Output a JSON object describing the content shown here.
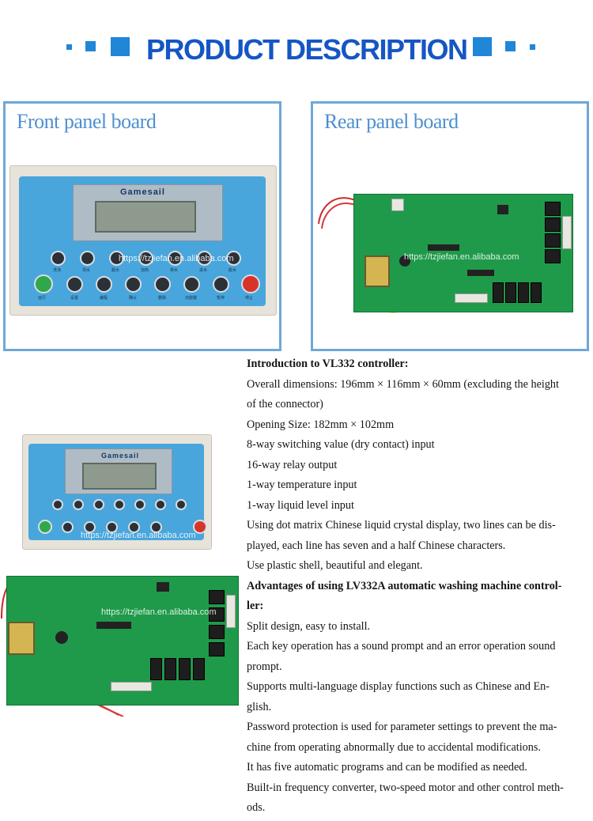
{
  "header": {
    "title": "PRODUCT DESCRIPTION",
    "accent_color": "#1f86d8",
    "title_color": "#1556c4"
  },
  "front_panel": {
    "label": "Front panel board",
    "brand": "Gamesail",
    "button_labels": [
      "洗涤",
      "漂水",
      "脱水",
      "加热",
      "排水",
      "进水",
      "脱水",
      "运行",
      "设置",
      "编程",
      "确认",
      "删除",
      "功能键",
      "暂停",
      "停止"
    ],
    "watermark": "https://tzjiefan.en.alibaba.com"
  },
  "rear_panel": {
    "label": "Rear panel board",
    "watermark": "https://tzjiefan.en.alibaba.com"
  },
  "small_device": {
    "brand": "Gamesail",
    "watermark": "https://tzjiefan.en.alibaba.com"
  },
  "small_pcb": {
    "watermark": "https://tzjiefan.en.alibaba.com"
  },
  "description": {
    "lines": [
      {
        "text": "Introduction to VL332 controller:",
        "bold": true
      },
      {
        "text": "Overall dimensions: 196mm × 116mm × 60mm (excluding the height",
        "bold": false
      },
      {
        "text": "of the connector)",
        "bold": false
      },
      {
        "text": "Opening Size: 182mm × 102mm",
        "bold": false
      },
      {
        "text": "8-way switching value (dry contact) input",
        "bold": false
      },
      {
        "text": "16-way relay output",
        "bold": false
      },
      {
        "text": "1-way temperature input",
        "bold": false
      },
      {
        "text": "1-way liquid level input",
        "bold": false
      },
      {
        "text": "Using dot matrix Chinese liquid crystal display, two lines can be dis-",
        "bold": false
      },
      {
        "text": "played, each line has seven and a half Chinese characters.",
        "bold": false
      },
      {
        "text": "Use plastic shell, beautiful and elegant.",
        "bold": false
      },
      {
        "text": "Advantages of using LV332A automatic washing machine control-",
        "bold": true
      },
      {
        "text": "ler:",
        "bold": true
      },
      {
        "text": "Split design, easy to install.",
        "bold": false
      },
      {
        "text": "Each key operation has a sound prompt and an error operation sound",
        "bold": false
      },
      {
        "text": "prompt.",
        "bold": false
      },
      {
        "text": "Supports multi-language display functions such as Chinese and En-",
        "bold": false
      },
      {
        "text": "glish.",
        "bold": false
      },
      {
        "text": "Password protection is used for parameter settings to prevent the ma-",
        "bold": false
      },
      {
        "text": "chine from operating abnormally due to accidental modifications.",
        "bold": false
      },
      {
        "text": "It has five automatic programs and can be modified as needed.",
        "bold": false
      },
      {
        "text": "Built-in frequency converter, two-speed motor and other control meth-",
        "bold": false
      },
      {
        "text": "ods.",
        "bold": false
      }
    ]
  }
}
